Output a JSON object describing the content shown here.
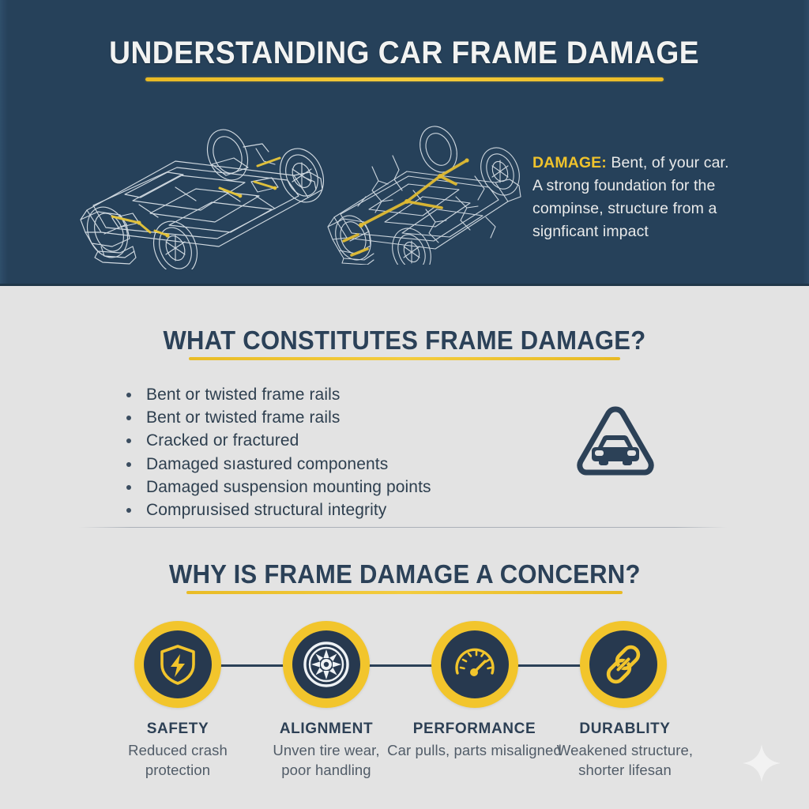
{
  "theme": {
    "navy": "#26415a",
    "navy_dark": "#27394f",
    "yellow": "#f2c52c",
    "body_bg": "#e3e3e3",
    "text_dark": "#2e3f4f",
    "text_muted": "#515c68"
  },
  "header": {
    "title": "UNDERSTANDING CAR FRAME DAMAGE",
    "illustration_left": "car-chassis-wireframe-intact",
    "illustration_right": "car-chassis-wireframe-damaged",
    "copy": {
      "lead": "DAMAGE:",
      "rest": " Bent, of your car. A strong foundation for the compinse, structure from a signficant impact"
    }
  },
  "section_one": {
    "heading": "WHAT CONSTITUTES FRAME DAMAGE?",
    "bullets": [
      "Bent or twisted frame rails",
      "Bent or twisted frame rails",
      "Cracked or fractured",
      "Damaged sıastured components",
      "Damaged suspension mounting points",
      "Compruısised structural integrity"
    ],
    "sign_icon": "warning-triangle-car-icon"
  },
  "section_two": {
    "heading": "WHY IS FRAME DAMAGE A CONCERN?",
    "items": [
      {
        "icon": "shield-bolt-icon",
        "title": "SAFETY",
        "desc_line1": "Reduced crash",
        "desc_line2": "protection"
      },
      {
        "icon": "wheel-rim-icon",
        "title": "ALIGNMENT",
        "desc_line1": "Unven tire wear,",
        "desc_line2": "poor handling"
      },
      {
        "icon": "speedometer-icon",
        "title": "PERFORMANCE",
        "desc_line1": "Car pulls, parts misaligned",
        "desc_line2": ""
      },
      {
        "icon": "chain-link-icon",
        "title": "DURABLITY",
        "desc_line1": "Weakened structure,",
        "desc_line2": "shorter lifesan"
      }
    ]
  },
  "decoration": {
    "sparkle": "four-point-sparkle-icon"
  }
}
